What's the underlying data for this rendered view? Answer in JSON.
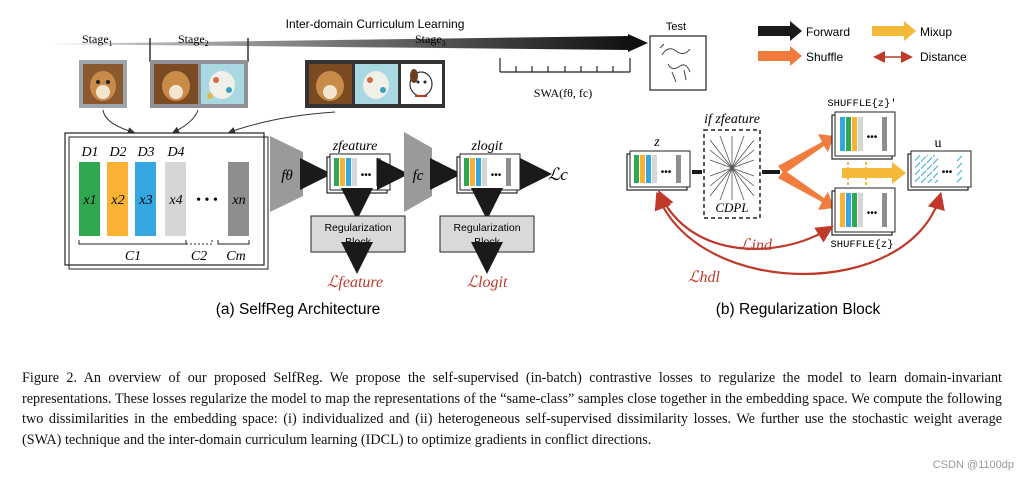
{
  "timeline": {
    "title": "Inter-domain Curriculum Learning",
    "stages": [
      "Stage",
      "Stage",
      "Stage"
    ],
    "stage_subs": [
      "1",
      "2",
      "3"
    ],
    "test_label": "Test",
    "swa_label": "SWA(fθ, fc)"
  },
  "legend": {
    "forward": "Forward",
    "mixup": "Mixup",
    "shuffle": "Shuffle",
    "distance": "Distance",
    "colors": {
      "forward": "#1a1a1a",
      "mixup": "#f5b93a",
      "shuffle": "#f07d3d",
      "distance": "#c0392b"
    }
  },
  "architecture": {
    "domains": [
      "D1",
      "D2",
      "D3",
      "D4"
    ],
    "inputs": [
      "x1",
      "x2",
      "x3",
      "x4",
      "xn"
    ],
    "ellipsis": "• • •",
    "classes": [
      "C1",
      "C2",
      "Cm"
    ],
    "f_theta": "fθ",
    "f_c": "fc",
    "z_feature": "zfeature",
    "z_logit": "zlogit",
    "reg_block_line1": "Regularization",
    "reg_block_line2": "Block",
    "loss_c": "ℒc",
    "loss_feature": "ℒfeature",
    "loss_logit": "ℒlogit",
    "subtitle": "(a) SelfReg Architecture",
    "bar_colors": [
      "#2fa84f",
      "#f9b233",
      "#35a7e0",
      "#d6d6d6",
      "#8e8e8e"
    ]
  },
  "reg_block": {
    "z": "z",
    "if_z_feature": "if zfeature",
    "cdpl": "CDPL",
    "shuffle_prime": "SHUFFLE{z}′",
    "shuffle": "SHUFFLE{z}",
    "u": "u",
    "loss_ind": "ℒind",
    "loss_hdl": "ℒhdl",
    "subtitle": "(b) Regularization Block"
  },
  "caption": "Figure 2. An overview of our proposed SelfReg. We propose the self-supervised (in-batch) contrastive losses to regularize the model to learn domain-invariant representations. These losses regularize the model to map the representations of the “same-class” samples close together in the embedding space. We compute the following two dissimilarities in the embedding space: (i) individualized and (ii) heterogeneous self-supervised dissimilarity losses. We further use the stochastic weight average (SWA) technique and the inter-domain curriculum learning (IDCL) to optimize gradients in conflict directions.",
  "watermark": "CSDN @1100dp"
}
